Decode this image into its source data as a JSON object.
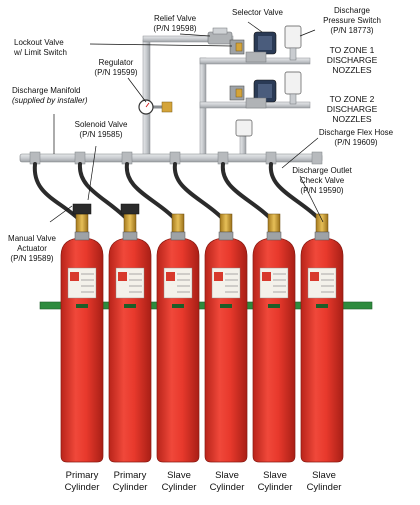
{
  "labels": {
    "relief_valve": "Relief Valve",
    "relief_valve_pn": "(P/N 19598)",
    "selector_valve": "Selector Valve",
    "discharge_pressure_switch_1": "Discharge",
    "discharge_pressure_switch_2": "Pressure Switch",
    "discharge_pressure_switch_pn": "(P/N 18773)",
    "lockout_valve_1": "Lockout Valve",
    "lockout_valve_2": "w/ Limit Switch",
    "regulator": "Regulator",
    "regulator_pn": "(P/N 19599)",
    "zone1_line1": "TO ZONE 1",
    "zone1_line2": "DISCHARGE",
    "zone1_line3": "NOZZLES",
    "zone2_line1": "TO ZONE 2",
    "zone2_line2": "DISCHARGE",
    "zone2_line3": "NOZZLES",
    "discharge_manifold": "Discharge Manifold",
    "discharge_manifold_note": "(supplied by installer)",
    "solenoid_valve": "Solenoid Valve",
    "solenoid_valve_pn": "(P/N 19585)",
    "discharge_flex_hose": "Discharge Flex Hose",
    "discharge_flex_hose_pn": "(P/N 19609)",
    "check_valve_1": "Discharge Outlet",
    "check_valve_2": "Check Valve",
    "check_valve_pn": "(P/N 19590)",
    "manual_actuator_1": "Manual Valve",
    "manual_actuator_2": "Actuator",
    "manual_actuator_pn": "(P/N 19589)"
  },
  "cylinders": [
    {
      "line1": "Primary",
      "line2": "Cylinder"
    },
    {
      "line1": "Primary",
      "line2": "Cylinder"
    },
    {
      "line1": "Slave",
      "line2": "Cylinder"
    },
    {
      "line1": "Slave",
      "line2": "Cylinder"
    },
    {
      "line1": "Slave",
      "line2": "Cylinder"
    },
    {
      "line1": "Slave",
      "line2": "Cylinder"
    }
  ],
  "colors": {
    "cylinder_red": "#e8392c",
    "cylinder_shadow": "#b8241a",
    "pipe_gray": "#c9ccd0",
    "rack_green": "#2e8b3e",
    "hose_dark": "#2b2b2b",
    "brass": "#d4a43a"
  }
}
